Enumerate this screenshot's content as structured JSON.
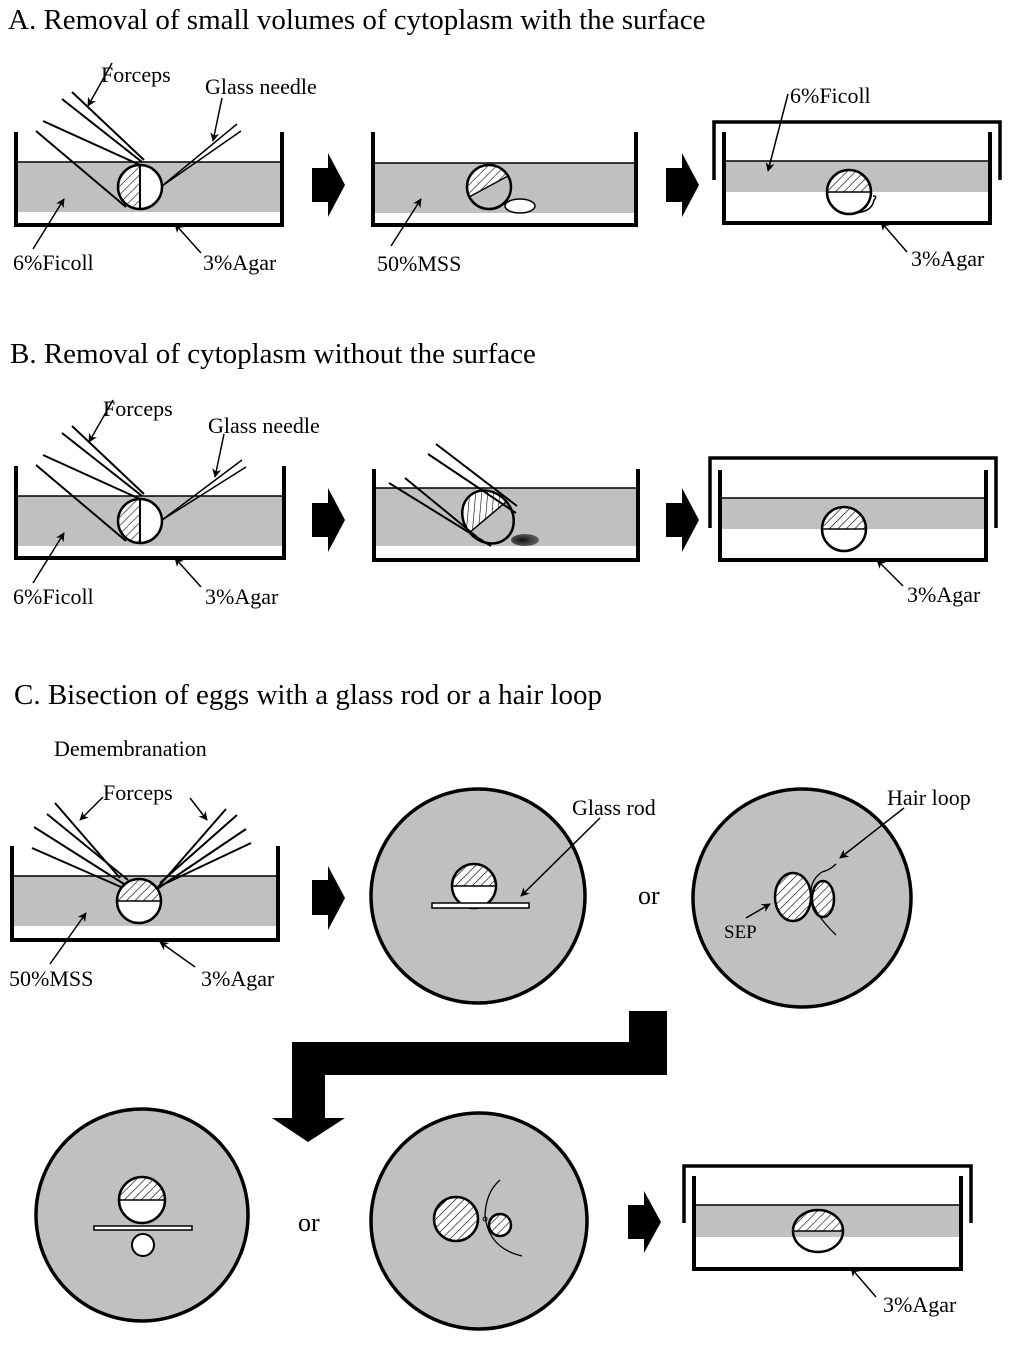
{
  "colors": {
    "medium": "#c0c0c0",
    "ink": "#000000",
    "paper": "#ffffff"
  },
  "panels": {
    "a": {
      "title": "A.  Removal of small volumes of cytoplasm with the surface",
      "labels": {
        "forceps": "Forceps",
        "glass_needle": "Glass needle",
        "ficoll_1": "6%Ficoll",
        "agar_1": "3%Agar",
        "mss": "50%MSS",
        "ficoll_3": "6%Ficoll",
        "agar_3": "3%Agar"
      }
    },
    "b": {
      "title": "B.  Removal of cytoplasm without the surface",
      "labels": {
        "forceps": "Forceps",
        "glass_needle": "Glass needle",
        "ficoll_1": "6%Ficoll",
        "agar_1": "3%Agar",
        "agar_3": "3%Agar"
      }
    },
    "c": {
      "title": "C.  Bisection of eggs with a glass rod or a hair loop",
      "labels": {
        "demembranation": "Demembranation",
        "forceps": "Forceps",
        "mss": "50%MSS",
        "agar_1": "3%Agar",
        "glass_rod": "Glass rod",
        "or_1": "or",
        "hair_loop": "Hair loop",
        "sep": "SEP",
        "or_2": "or",
        "agar_final": "3%Agar"
      }
    }
  }
}
